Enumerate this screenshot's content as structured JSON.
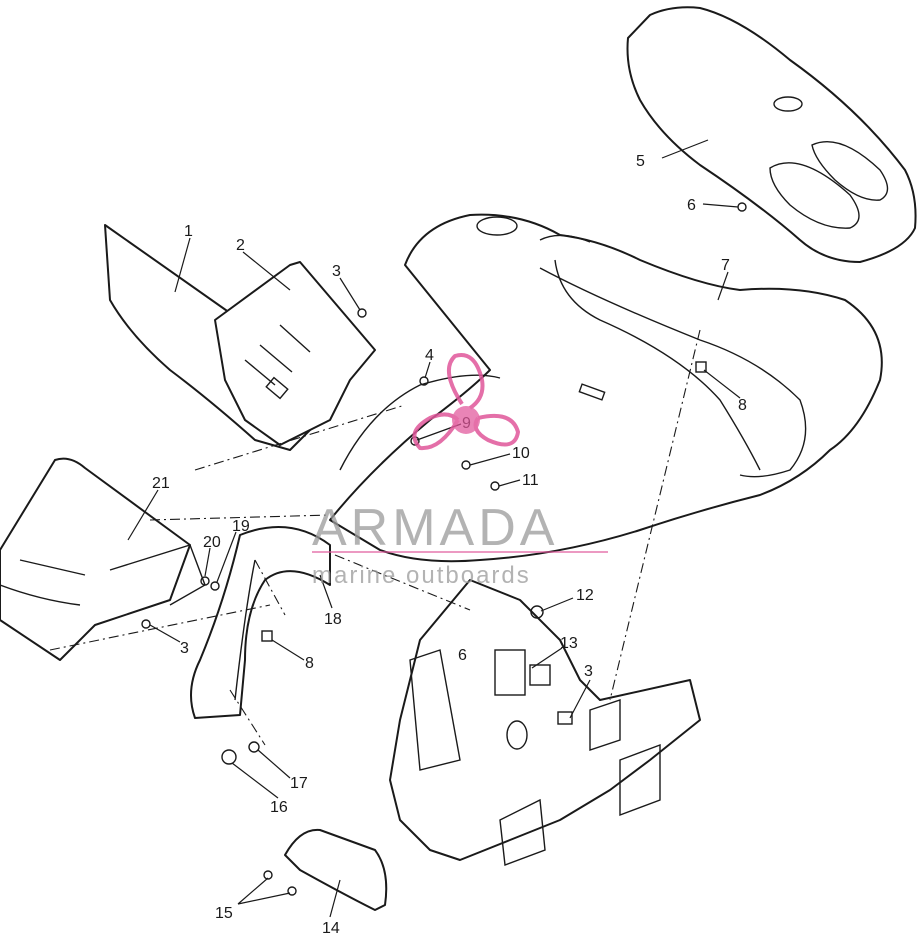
{
  "callouts": [
    {
      "id": "c1",
      "label": "1"
    },
    {
      "id": "c2",
      "label": "2"
    },
    {
      "id": "c3a",
      "label": "3"
    },
    {
      "id": "c4",
      "label": "4"
    },
    {
      "id": "c5",
      "label": "5"
    },
    {
      "id": "c6",
      "label": "6"
    },
    {
      "id": "c7",
      "label": "7"
    },
    {
      "id": "c8a",
      "label": "8"
    },
    {
      "id": "c9",
      "label": "9"
    },
    {
      "id": "c10",
      "label": "10"
    },
    {
      "id": "c11",
      "label": "11"
    },
    {
      "id": "c21",
      "label": "21"
    },
    {
      "id": "c20",
      "label": "20"
    },
    {
      "id": "c19",
      "label": "19"
    },
    {
      "id": "c18",
      "label": "18"
    },
    {
      "id": "c3b",
      "label": "3"
    },
    {
      "id": "c8b",
      "label": "8"
    },
    {
      "id": "c12",
      "label": "12"
    },
    {
      "id": "c13",
      "label": "13"
    },
    {
      "id": "c3c",
      "label": "3"
    },
    {
      "id": "c17",
      "label": "17"
    },
    {
      "id": "c16",
      "label": "16"
    },
    {
      "id": "c15",
      "label": "15"
    },
    {
      "id": "c14",
      "label": "14"
    }
  ],
  "watermark": {
    "brand": "ARMADA",
    "tagline": "marine outboards",
    "accent_color": "#e0569a"
  },
  "stamp": {
    "label": "6"
  }
}
